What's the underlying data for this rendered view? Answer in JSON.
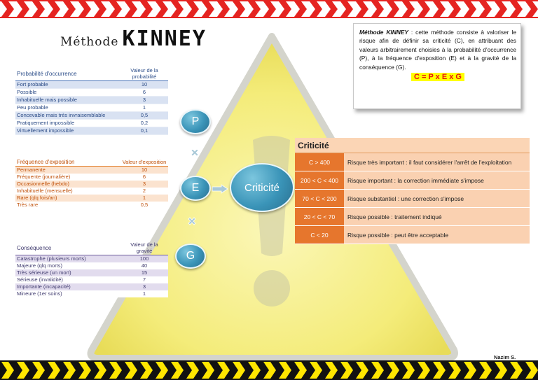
{
  "title": {
    "prefix": "Méthode",
    "main": "KINNEY"
  },
  "probability_table": {
    "header": [
      "Probabilité d'occurrence",
      "Valeur de la probabilité"
    ],
    "rows": [
      [
        "Fort probable",
        "10"
      ],
      [
        "Possible",
        "6"
      ],
      [
        "Inhabituelle mais possible",
        "3"
      ],
      [
        "Peu probable",
        "1"
      ],
      [
        "Concevable mais très invraisemblable",
        "0,5"
      ],
      [
        "Pratiquement impossible",
        "0,2"
      ],
      [
        "Virtuellement impossible",
        "0,1"
      ]
    ]
  },
  "frequency_table": {
    "header": [
      "Fréquence d'exposition",
      "Valeur d'exposition"
    ],
    "rows": [
      [
        "Permanente",
        "10"
      ],
      [
        "Fréquente (journalière)",
        "6"
      ],
      [
        "Occasionnelle (hebdo)",
        "3"
      ],
      [
        "Inhabituelle (mensuelle)",
        "2"
      ],
      [
        "Rare (qlq fois/an)",
        "1"
      ],
      [
        "Très rare",
        "0,5"
      ]
    ]
  },
  "consequence_table": {
    "header": [
      "Conséquence",
      "Valeur de la gravité"
    ],
    "rows": [
      [
        "Catastrophe (plusieurs  morts)",
        "100"
      ],
      [
        "Majeure (qlq morts)",
        "40"
      ],
      [
        "Très sérieuse (un mort)",
        "15"
      ],
      [
        "Sérieuse (invalidité)",
        "7"
      ],
      [
        "Importante (incapacité)",
        "3"
      ],
      [
        "Mineure (1er soins)",
        "1"
      ]
    ]
  },
  "diagram": {
    "p": "P",
    "e": "E",
    "g": "G",
    "criticite": "Criticité"
  },
  "info": {
    "lead": "Méthode KINNEY",
    "text": " : cette méthode consiste à valoriser le risque afin de définir sa criticité (C), en attribuant des valeurs arbitrairement choisies à la probabilité d'occurrence (P), à la fréquence d'exposition (E) et à la gravité de la conséquence (G).",
    "formula": "C = P x E x G"
  },
  "criticite_table": {
    "title": "Criticité",
    "rows": [
      [
        "C > 400",
        "Risque très important : il faut considérer l'arrêt de l'exploitation"
      ],
      [
        "200 < C < 400",
        "Risque important : la correction immédiate s'impose"
      ],
      [
        "70 < C < 200",
        "Risque substantiel : une correction s'impose"
      ],
      [
        "20 < C < 70",
        "Risque possible : traitement indiqué"
      ],
      [
        "C < 20",
        "Risque possible : peut être acceptable"
      ]
    ]
  },
  "author": "Nazim S.",
  "colors": {
    "warning_yellow": "#f7f08a",
    "stripe_red": "#e52421",
    "stripe_yellow": "#ffe600",
    "accent_orange": "#e6762d",
    "circle_blue": "#3a94b8"
  }
}
